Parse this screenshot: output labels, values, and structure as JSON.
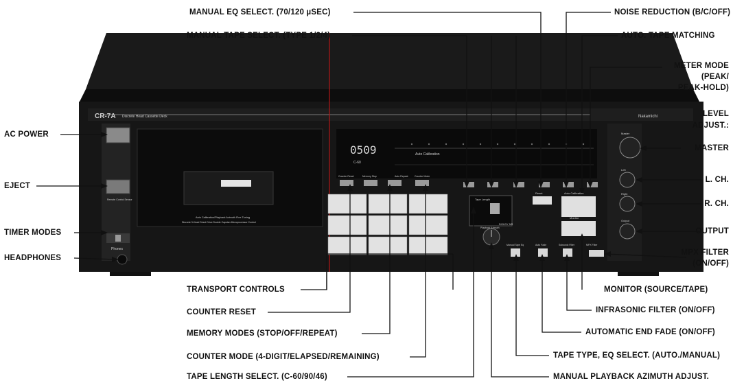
{
  "deck": {
    "model": "CR-7A",
    "subtitle": "Discrete Head Cassette Deck",
    "brand": "Nakamichi",
    "counter": "0509",
    "display_tape": "C-60",
    "display_auto_cal": "Auto Calibration",
    "phones": "Phones",
    "remote": "Remote Control Sensor",
    "mechanism_text_1": "Auto Calibration/Playback Azimuth Fine Tuning",
    "mechanism_text_2": "Discrete 3-Head Direct Drive Double Capstan Microprocessor Control",
    "tape_length_label": "Tape Length",
    "azimuth_label": "Playback Azimuth",
    "monitor_label": "Monitor",
    "master_label": "Master",
    "output_label": "Output",
    "left_label": "Left",
    "right_label": "Right",
    "auto_cal_panel": "Auto Calibration",
    "reset_label": "Reset",
    "counter_reset_btn": "Counter Reset",
    "memory_btn": "Memory Stop",
    "auto_repeat_btn": "Auto Repeat",
    "counter_mode_btn": "Counter Mode",
    "manual_tape_eq": "Manual Tape Eq",
    "auto_fade": "Auto Fade",
    "subsonic_filter": "Subsonic Filter",
    "mpx_filter": "MPX Filter",
    "nr_logo": "DOLBY NR"
  },
  "labels": {
    "manual_eq_select": "MANUAL EQ SELECT. (70/120 µSEC)",
    "manual_tape_select": "MANUAL TAPE SELECT. (TYPE 1/2/4)",
    "noise_reduction": "NOISE REDUCTION (B/C/OFF)",
    "auto_tape_matching": "AUTO. TAPE MATCHING",
    "meter_mode_1": "METER MODE",
    "meter_mode_2": "(PEAK/",
    "meter_mode_3": "PEAK-HOLD)",
    "level_adjust_1": "LEVEL",
    "level_adjust_2": "ADJUST.:",
    "master": "MASTER",
    "l_ch": "L. CH.",
    "r_ch": "R. CH.",
    "output": "OUTPUT",
    "mpx_filter_1": "MPX FILTER",
    "mpx_filter_2": "(ON/OFF)",
    "ac_power": "AC POWER",
    "eject": "EJECT",
    "timer_modes": "TIMER MODES",
    "headphones": "HEADPHONES",
    "transport_controls": "TRANSPORT CONTROLS",
    "counter_reset": "COUNTER RESET",
    "memory_modes": "MEMORY MODES (STOP/OFF/REPEAT)",
    "counter_mode": "COUNTER MODE (4-DIGIT/ELAPSED/REMAINING)",
    "tape_length_select": "TAPE LENGTH SELECT. (C-60/90/46)",
    "monitor": "MONITOR (SOURCE/TAPE)",
    "infrasonic_filter": "INFRASONIC FILTER (ON/OFF)",
    "auto_end_fade": "AUTOMATIC END FADE (ON/OFF)",
    "tape_type_eq": "TAPE TYPE, EQ SELECT. (AUTO./MANUAL)",
    "azimuth_adjust": "MANUAL PLAYBACK AZIMUTH ADJUST."
  },
  "colors": {
    "chassis": "#141414",
    "panel": "#2a2a2a",
    "button": "#e4e4e4",
    "display": "#d8d8d8",
    "accent_line": "#b01818",
    "leader": "#111111"
  }
}
